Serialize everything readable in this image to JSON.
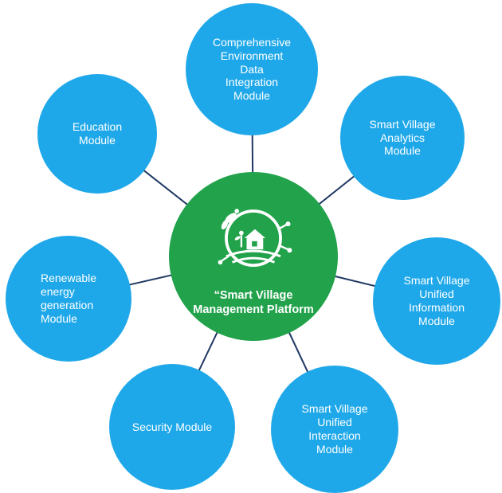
{
  "diagram": {
    "title": "Smart Village Management Platform diagram",
    "colors": {
      "node": "#1FA8E9",
      "center": "#21A24B",
      "line": "#1F3864",
      "text": "#FFFFFF"
    },
    "center": {
      "label": "“Smart Village\nManagement Platform",
      "icon": "smart-village-logo-icon"
    },
    "nodes": [
      {
        "id": "environment-data",
        "label": "Comprehensive\nEnvironment\nData\nIntegration\nModule"
      },
      {
        "id": "analytics",
        "label": "Smart Village\nAnalytics\nModule"
      },
      {
        "id": "unified-information",
        "label": "Smart Village\nUnified\nInformation\nModule"
      },
      {
        "id": "unified-interaction",
        "label": "Smart Village\nUnified\nInteraction\nModule"
      },
      {
        "id": "security",
        "label": "Security Module"
      },
      {
        "id": "renewable-energy",
        "label": "Renewable\nenergy\ngeneration\nModule"
      },
      {
        "id": "education",
        "label": "Education\nModule"
      }
    ]
  }
}
